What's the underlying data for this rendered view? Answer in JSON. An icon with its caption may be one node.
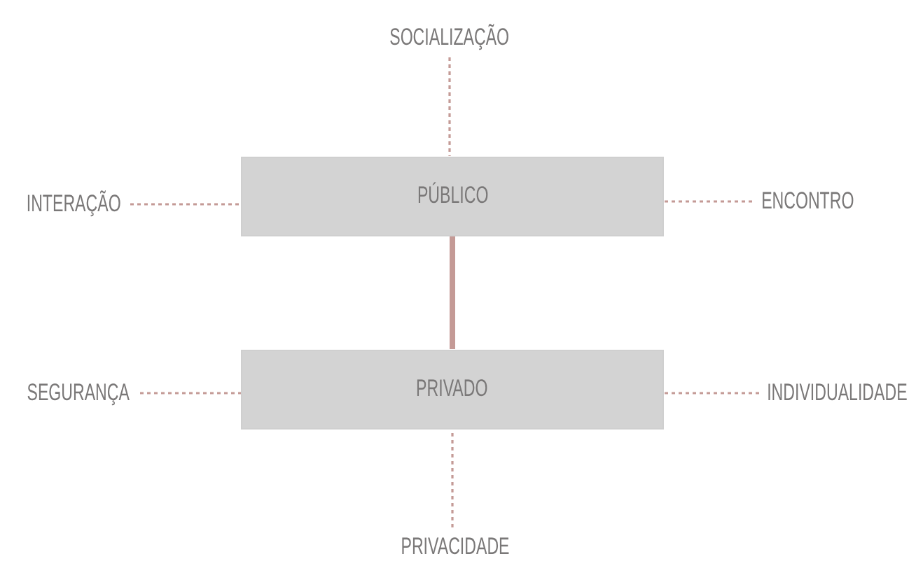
{
  "diagram": {
    "nodes": [
      {
        "text": [
          "SOCIALIZAÇÃO"
        ]
      },
      {
        "text": [
          "INTERAÇÃO"
        ]
      },
      {
        "text": [
          "PÚBLICO"
        ]
      },
      {
        "text": [
          "ENCONTRO"
        ]
      },
      {
        "text": [
          "SEGURANÇA"
        ]
      },
      {
        "text": [
          "PRIVADO"
        ]
      },
      {
        "text": [
          "INDIVIDUALIDADE"
        ]
      },
      {
        "text": [
          "PRIVACIDADE"
        ]
      }
    ],
    "edges": [
      {
        "from": 0,
        "to": 2,
        "arrow": "none",
        "style": "dashed"
      },
      {
        "from": 1,
        "to": 2,
        "arrow": "none",
        "style": "dashed"
      },
      {
        "from": 3,
        "to": 2,
        "arrow": "none",
        "style": "dashed"
      },
      {
        "from": 2,
        "to": 5,
        "arrow": "none",
        "style": "thick"
      },
      {
        "from": 4,
        "to": 5,
        "arrow": "none",
        "style": "dashed"
      },
      {
        "from": 6,
        "to": 5,
        "arrow": "none",
        "style": "dashed"
      },
      {
        "from": 7,
        "to": 5,
        "arrow": "none",
        "style": "dashed"
      }
    ]
  }
}
